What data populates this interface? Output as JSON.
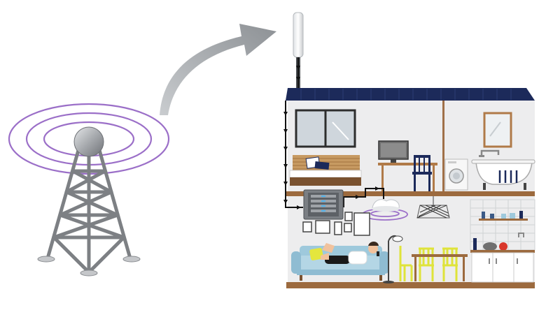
{
  "diagram": {
    "components": [
      {
        "name": "cell-tower",
        "icon": "cell-tower-icon"
      },
      {
        "name": "outdoor-antenna",
        "icon": "outdoor-antenna-icon"
      },
      {
        "name": "signal-booster",
        "icon": "signal-booster-icon"
      },
      {
        "name": "indoor-antenna",
        "icon": "indoor-antenna-icon"
      },
      {
        "name": "house",
        "icon": "house-icon"
      }
    ],
    "flow": [
      "cell-tower",
      "outdoor-antenna",
      "signal-booster",
      "indoor-antenna"
    ]
  },
  "colors": {
    "signal_ring": "#9b6fc8",
    "arrow_gray": "#a9adb0",
    "roof_navy": "#1c2a5a",
    "cable": "#111111",
    "wall": "#ededee",
    "floor_brown": "#9c6a3e",
    "sofa_blue": "#9ec9dc",
    "chair_yellow": "#dfe33a",
    "tower_gray": "#7d8084"
  }
}
